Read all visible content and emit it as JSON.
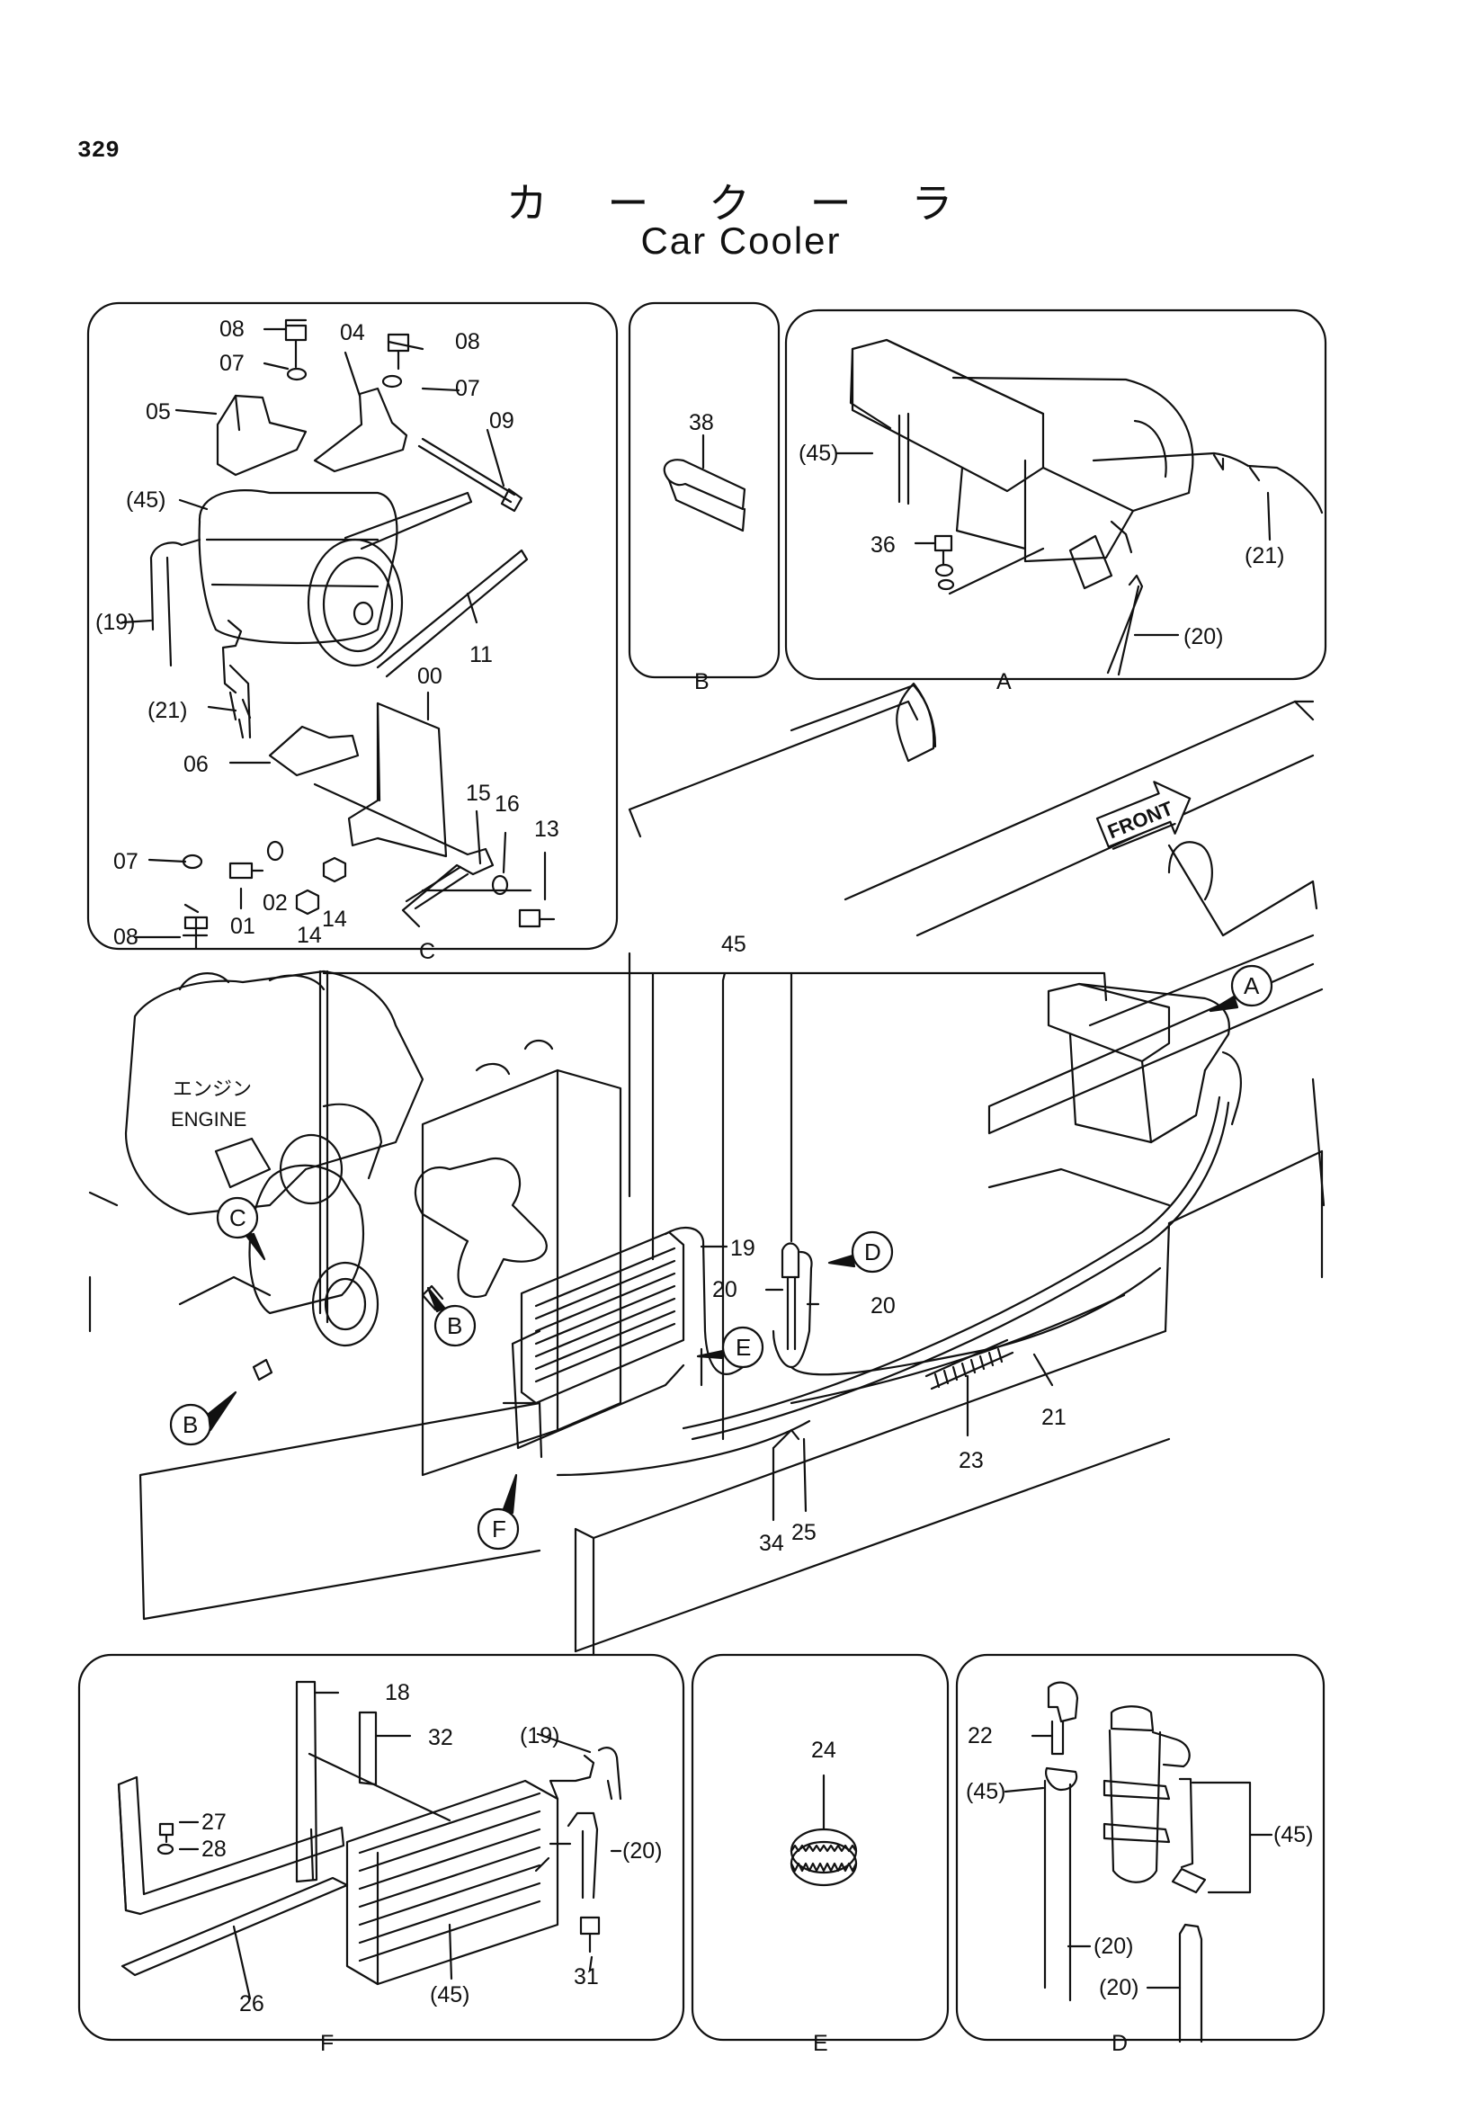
{
  "page_number": "329",
  "title_jp": "カ ー ク ー ラ",
  "title_en": "Car Cooler",
  "front_label": "FRONT",
  "engine_jp": "エンジン",
  "engine_en": "ENGINE",
  "panels": {
    "C": {
      "letter": "C",
      "labels": [
        "08",
        "07",
        "05",
        "04",
        "08",
        "07",
        "09",
        "(45)",
        "(19)",
        "11",
        "(21)",
        "00",
        "06",
        "15",
        "16",
        "13",
        "07",
        "02",
        "08",
        "01",
        "14",
        "14"
      ]
    },
    "B": {
      "letter": "B",
      "labels": [
        "38"
      ]
    },
    "A": {
      "letter": "A",
      "labels": [
        "(45)",
        "36",
        "(21)",
        "(20)"
      ]
    },
    "F": {
      "letter": "F",
      "labels": [
        "18",
        "32",
        "(19)",
        "27",
        "28",
        "(20)",
        "31",
        "26",
        "(45)"
      ]
    },
    "E": {
      "letter": "E",
      "labels": [
        "24"
      ]
    },
    "D": {
      "letter": "D",
      "labels": [
        "22",
        "(45)",
        "(45)",
        "(20)",
        "(20)"
      ]
    }
  },
  "main": {
    "labels": [
      "45",
      "19",
      "20",
      "20",
      "21",
      "23",
      "34",
      "25"
    ],
    "callouts": [
      "A",
      "C",
      "D",
      "E",
      "B",
      "B",
      "F"
    ]
  }
}
